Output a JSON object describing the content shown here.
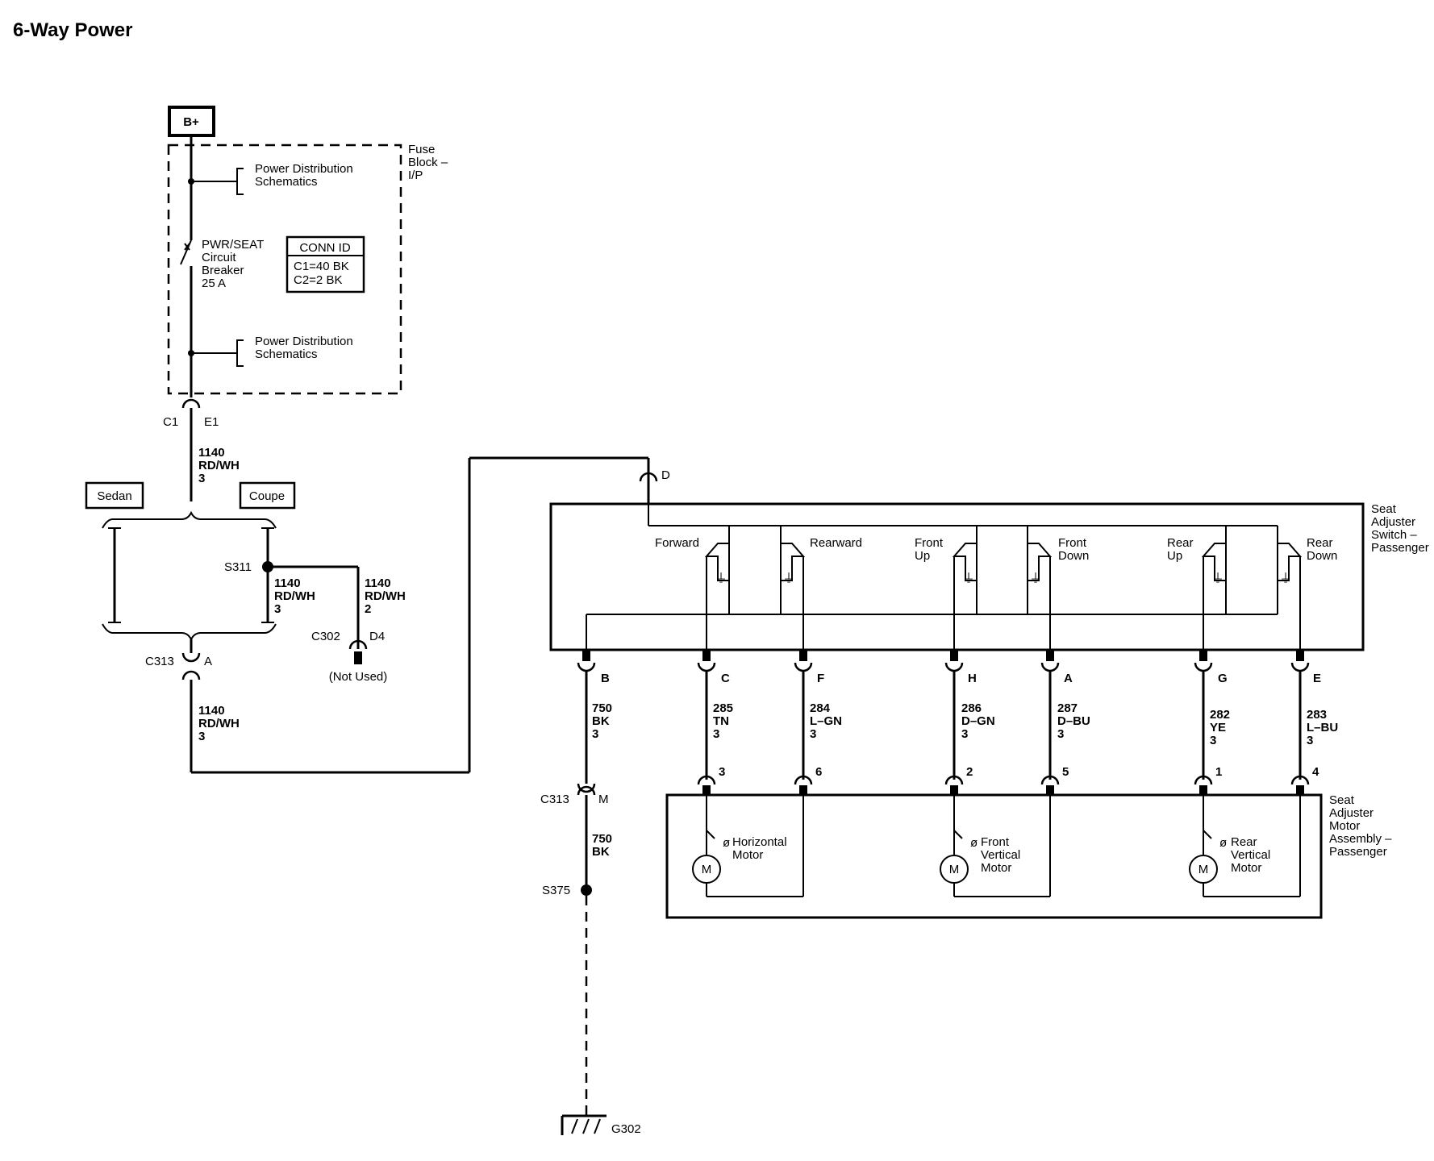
{
  "title": "6-Way Power",
  "power_source": "B+",
  "fuse_block": {
    "label": [
      "Fuse",
      "Block –",
      "I/P"
    ],
    "ref_top": [
      "Power Distribution",
      "Schematics"
    ],
    "ref_bottom": [
      "Power Distribution",
      "Schematics"
    ],
    "breaker": [
      "PWR/SEAT",
      "Circuit",
      "Breaker",
      "25 A"
    ],
    "conn_id_title": "CONN ID",
    "conn_id_rows": [
      "C1=40 BK",
      "C2=2 BK"
    ]
  },
  "fuse_connector": {
    "left": "C1",
    "right": "E1"
  },
  "wire_1140": [
    "1140",
    "RD/WH",
    "3"
  ],
  "option_sedan": "Sedan",
  "option_coupe": "Coupe",
  "splice_s311": "S311",
  "wire_s311_a": [
    "1140",
    "RD/WH",
    "3"
  ],
  "wire_s311_b": [
    "1140",
    "RD/WH",
    "2"
  ],
  "c302": {
    "connector": "C302",
    "pin": "D4",
    "note": "(Not Used)"
  },
  "c313_a": {
    "connector": "C313",
    "pin": "A"
  },
  "wire_1140_lower": [
    "1140",
    "RD/WH",
    "3"
  ],
  "switch_d": "D",
  "switch_label": [
    "Seat",
    "Adjuster",
    "Switch –",
    "Passenger"
  ],
  "switch_contacts": [
    {
      "label": [
        "Forward"
      ]
    },
    {
      "label": [
        "Rearward"
      ]
    },
    {
      "label": [
        "Front",
        "Up"
      ]
    },
    {
      "label": [
        "Front",
        "Down"
      ]
    },
    {
      "label": [
        "Rear",
        "Up"
      ]
    },
    {
      "label": [
        "Rear",
        "Down"
      ]
    }
  ],
  "switch_pins": [
    {
      "pin": "B",
      "wire": [
        "750",
        "BK",
        "3"
      ]
    },
    {
      "pin": "C",
      "wire": [
        "285",
        "TN",
        "3"
      ],
      "motor_pin": "3"
    },
    {
      "pin": "F",
      "wire": [
        "284",
        "L–GN",
        "3"
      ],
      "motor_pin": "6"
    },
    {
      "pin": "H",
      "wire": [
        "286",
        "D–GN",
        "3"
      ],
      "motor_pin": "2"
    },
    {
      "pin": "A",
      "wire": [
        "287",
        "D–BU",
        "3"
      ],
      "motor_pin": "5"
    },
    {
      "pin": "G",
      "wire": [
        "282",
        "YE",
        "3"
      ],
      "motor_pin": "1"
    },
    {
      "pin": "E",
      "wire": [
        "283",
        "L–BU",
        "3"
      ],
      "motor_pin": "4"
    }
  ],
  "motor_assembly_label": [
    "Seat",
    "Adjuster",
    "Motor",
    "Assembly –",
    "Passenger"
  ],
  "motors": [
    {
      "label": [
        "Horizontal",
        "Motor"
      ],
      "symbol": "M"
    },
    {
      "label": [
        "Front",
        "Vertical",
        "Motor"
      ],
      "symbol": "M"
    },
    {
      "label": [
        "Rear",
        "Vertical",
        "Motor"
      ],
      "symbol": "M"
    }
  ],
  "c313_m": {
    "connector": "C313",
    "pin": "M"
  },
  "wire_750_lower": [
    "750",
    "BK"
  ],
  "splice_s375": "S375",
  "ground": "G302"
}
